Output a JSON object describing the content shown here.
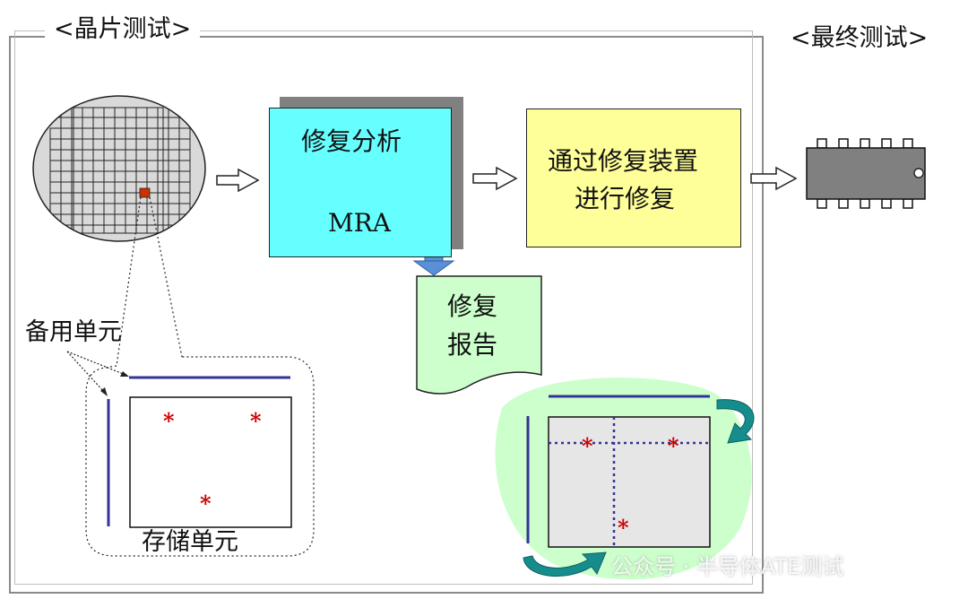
{
  "wafer_test_title": "<晶片测试>",
  "final_test_title": "<最终测试>",
  "mra_box": {
    "line1": "修复分析",
    "line2": "MRA"
  },
  "repair_box": {
    "line1": "通过修复装置",
    "line2": "进行修复"
  },
  "report": {
    "line1": "修复",
    "line2": "报告"
  },
  "spare_cells_label": "备用单元",
  "memory_cells_label": "存储单元",
  "watermark": "公众号 · 半导体ATE测试",
  "colors": {
    "mra_fill": "#66ffff",
    "repair_fill": "#ffff99",
    "report_fill": "#ccffcc",
    "spare_line": "#333399",
    "defect_mark": "#cc0000",
    "wafer_fill": "#d9d9d9",
    "highlight_die": "#cc3300",
    "swap_arrow": "#168c8c"
  }
}
